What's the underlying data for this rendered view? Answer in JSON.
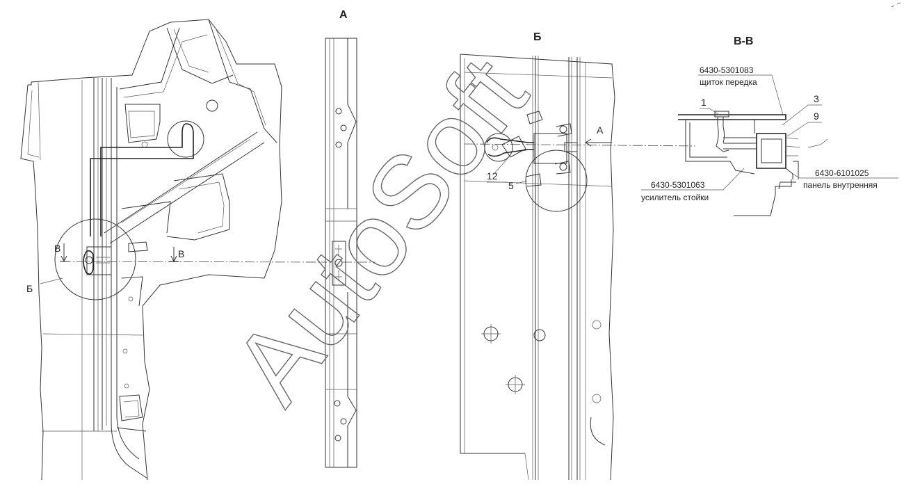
{
  "views": {
    "a": "А",
    "b": "Б",
    "vv": "В-В"
  },
  "marks": {
    "b_left": "Б",
    "v_left": "В",
    "v_right": "В",
    "a_arrow": "А"
  },
  "callouts": {
    "n1": "1",
    "n3": "3",
    "n9": "9",
    "n12": "12",
    "n5": "5"
  },
  "parts": {
    "shield_code": "6430-5301083",
    "shield_name": "щиток передка",
    "reinf_code": "6430-5301063",
    "reinf_name": "усилитель стойки",
    "panel_code": "6430-6101025",
    "panel_name": "панель внутренняя"
  },
  "watermark": "AutoSoft"
}
